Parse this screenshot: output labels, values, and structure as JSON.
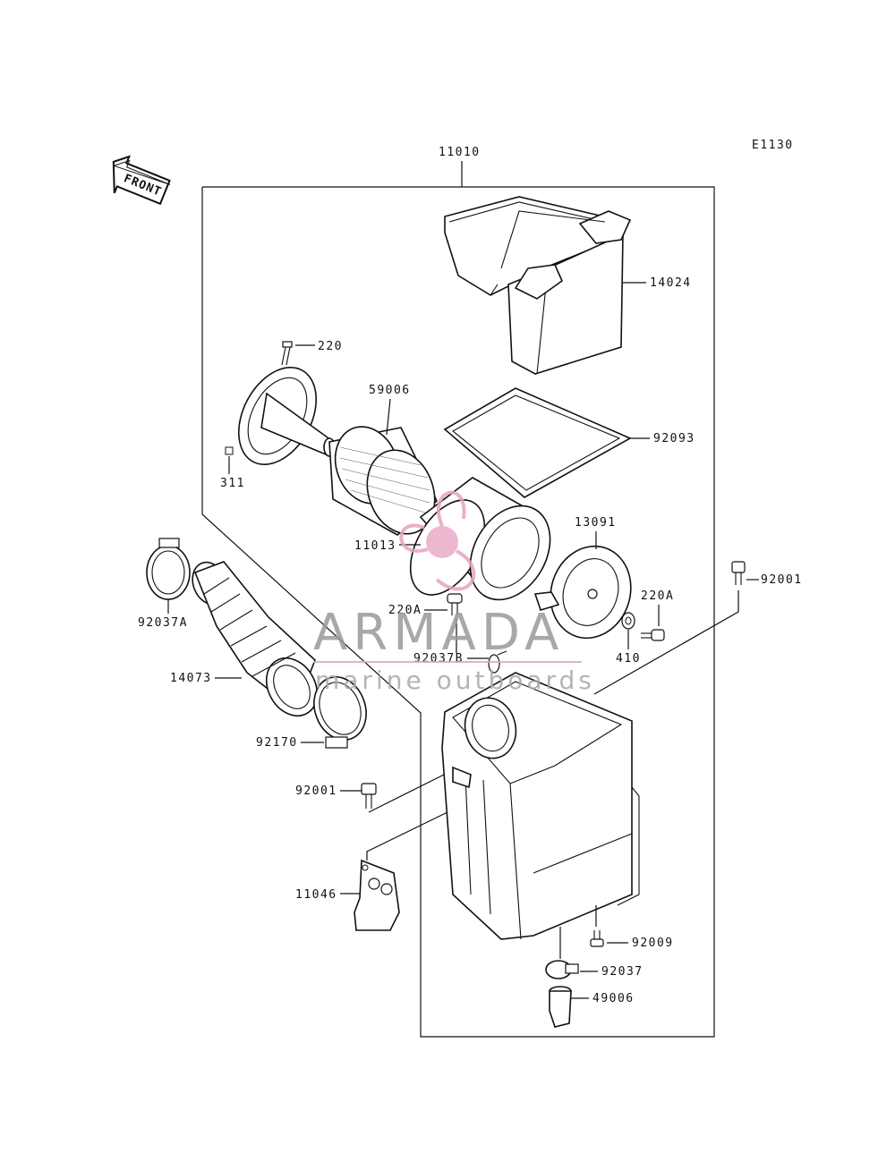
{
  "diagram": {
    "code": "E1130",
    "front_arrow_text": "FRONT",
    "assembly_number": "11010",
    "parts": [
      {
        "id": "14024"
      },
      {
        "id": "220"
      },
      {
        "id": "59006"
      },
      {
        "id": "92093"
      },
      {
        "id": "311"
      },
      {
        "id": "13091"
      },
      {
        "id": "11013"
      },
      {
        "id": "92001a",
        "label": "92001"
      },
      {
        "id": "220A-a",
        "label": "220A"
      },
      {
        "id": "220A-b",
        "label": "220A"
      },
      {
        "id": "92037A"
      },
      {
        "id": "410"
      },
      {
        "id": "92037B"
      },
      {
        "id": "14073"
      },
      {
        "id": "92170"
      },
      {
        "id": "92001b",
        "label": "92001"
      },
      {
        "id": "11046"
      },
      {
        "id": "92009"
      },
      {
        "id": "92037"
      },
      {
        "id": "49006"
      }
    ]
  },
  "watermark": {
    "brand": "ARMADA",
    "tagline": "marine outboards",
    "accent_color": "#e6a3c2"
  }
}
